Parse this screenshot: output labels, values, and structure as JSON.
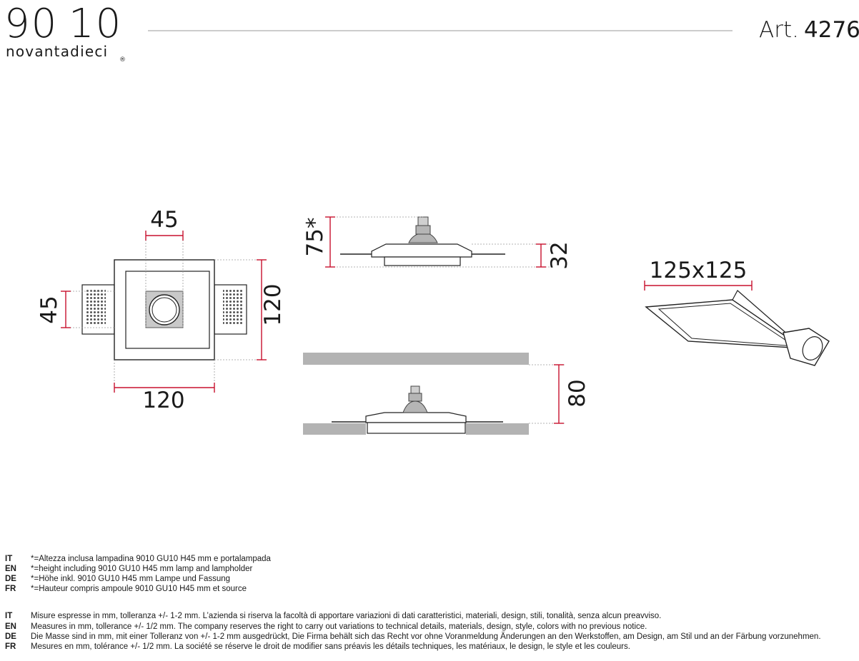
{
  "brand": {
    "number_left": "90",
    "number_right": "10",
    "wordmark": "novantadieci",
    "registered": "®"
  },
  "article": {
    "prefix": "Art.",
    "number": "4276"
  },
  "dimensions": {
    "top_view": {
      "inner": "45",
      "side": "45",
      "width": "120",
      "height": "120"
    },
    "side_view": {
      "height_with_lamp": "75*",
      "body_height": "32"
    },
    "installed_view": {
      "depth": "80"
    },
    "cutout": {
      "size": "125x125"
    }
  },
  "notes_lamp": [
    {
      "lang": "IT",
      "text": "*=Altezza inclusa lampadina 9010 GU10 H45 mm e portalampada"
    },
    {
      "lang": "EN",
      "text": "*=height including 9010 GU10 H45 mm lamp and lampholder"
    },
    {
      "lang": "DE",
      "text": "*=Höhe inkl. 9010 GU10 H45 mm Lampe und Fassung"
    },
    {
      "lang": "FR",
      "text": "*=Hauteur compris ampoule 9010 GU10 H45 mm et source"
    }
  ],
  "notes_tolerance": [
    {
      "lang": "IT",
      "text": "Misure espresse in mm, tolleranza +/- 1-2 mm. L’azienda si riserva la facoltà di apportare variazioni di dati caratteristici, materiali, design, stili, tonalità, senza alcun preavviso."
    },
    {
      "lang": "EN",
      "text": "Measures in mm, tollerance +/- 1/2 mm. The company reserves the right to carry out variations to technical details, materials, design, style, colors with no previous notice."
    },
    {
      "lang": "DE",
      "text": "Die Masse sind in mm, mit einer Tolleranz von +/- 1-2 mm ausgedrückt, Die Firma behält sich das Recht vor ohne Voranmeldung Änderungen an den Werkstoffen, am Design, am Stil und an der Färbung vorzunehmen."
    },
    {
      "lang": "FR",
      "text": "Mesures en mm, tolérance +/- 1/2 mm. La société se réserve le droit de modifier sans préavis les détails techniques, les matériaux, le design, le style et les couleurs."
    }
  ],
  "colors": {
    "dimension_red": "#c8102e",
    "ink": "#1a1a1a",
    "wall_grey": "#b3b3b3",
    "guide_grey": "#9a9a9a"
  }
}
